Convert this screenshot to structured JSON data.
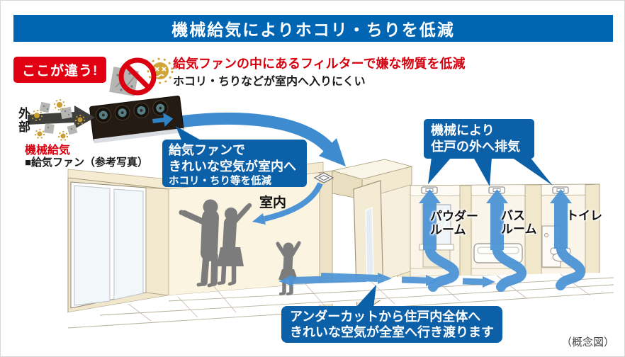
{
  "colors": {
    "banner_blue": "#0065b2",
    "callout_blue": "#0c60a8",
    "arrow_blue": "#4d94d6",
    "supply_arrow_blue": "#3e8bd0",
    "accent_red": "#d7000f",
    "badge_red": "#e10012",
    "silhouette_gray": "#7c7c7c",
    "wall_cream": "#f8f1de",
    "dark_arrow": "#3f3f3d"
  },
  "header": {
    "title": "機械給気によりホコリ・ちりを低減"
  },
  "difference": {
    "badge": "ここが違う!",
    "headline": "給気ファンの中にあるフィルターで嫌な物質を低減",
    "note": "ホコリ・ちりなどが室内へ入りにくい",
    "icons": [
      "no-entry-icon",
      "dust-icon",
      "pollen-icon"
    ]
  },
  "supply": {
    "outside_label": "外部",
    "system_label": "機械給気",
    "fan_caption": "■給気ファン（参考写真）",
    "callout": {
      "line1": "給気ファンで",
      "line2": "きれいな空気が室内へ",
      "line3": "ホコリ・ちり等を低減"
    }
  },
  "room": {
    "indoor_label": "室内"
  },
  "exhaust": {
    "callout": {
      "line1": "機械により",
      "line2": "住戸の外へ排気"
    },
    "rooms": [
      {
        "label": "パウダー\nルーム"
      },
      {
        "label": "バス\nルーム"
      },
      {
        "label": "トイレ"
      }
    ]
  },
  "undercut": {
    "callout": {
      "line1": "アンダーカットから住戸内全体へ",
      "line2": "きれいな空気が全室へ行き渡ります"
    }
  },
  "footnote": "（概念図）"
}
